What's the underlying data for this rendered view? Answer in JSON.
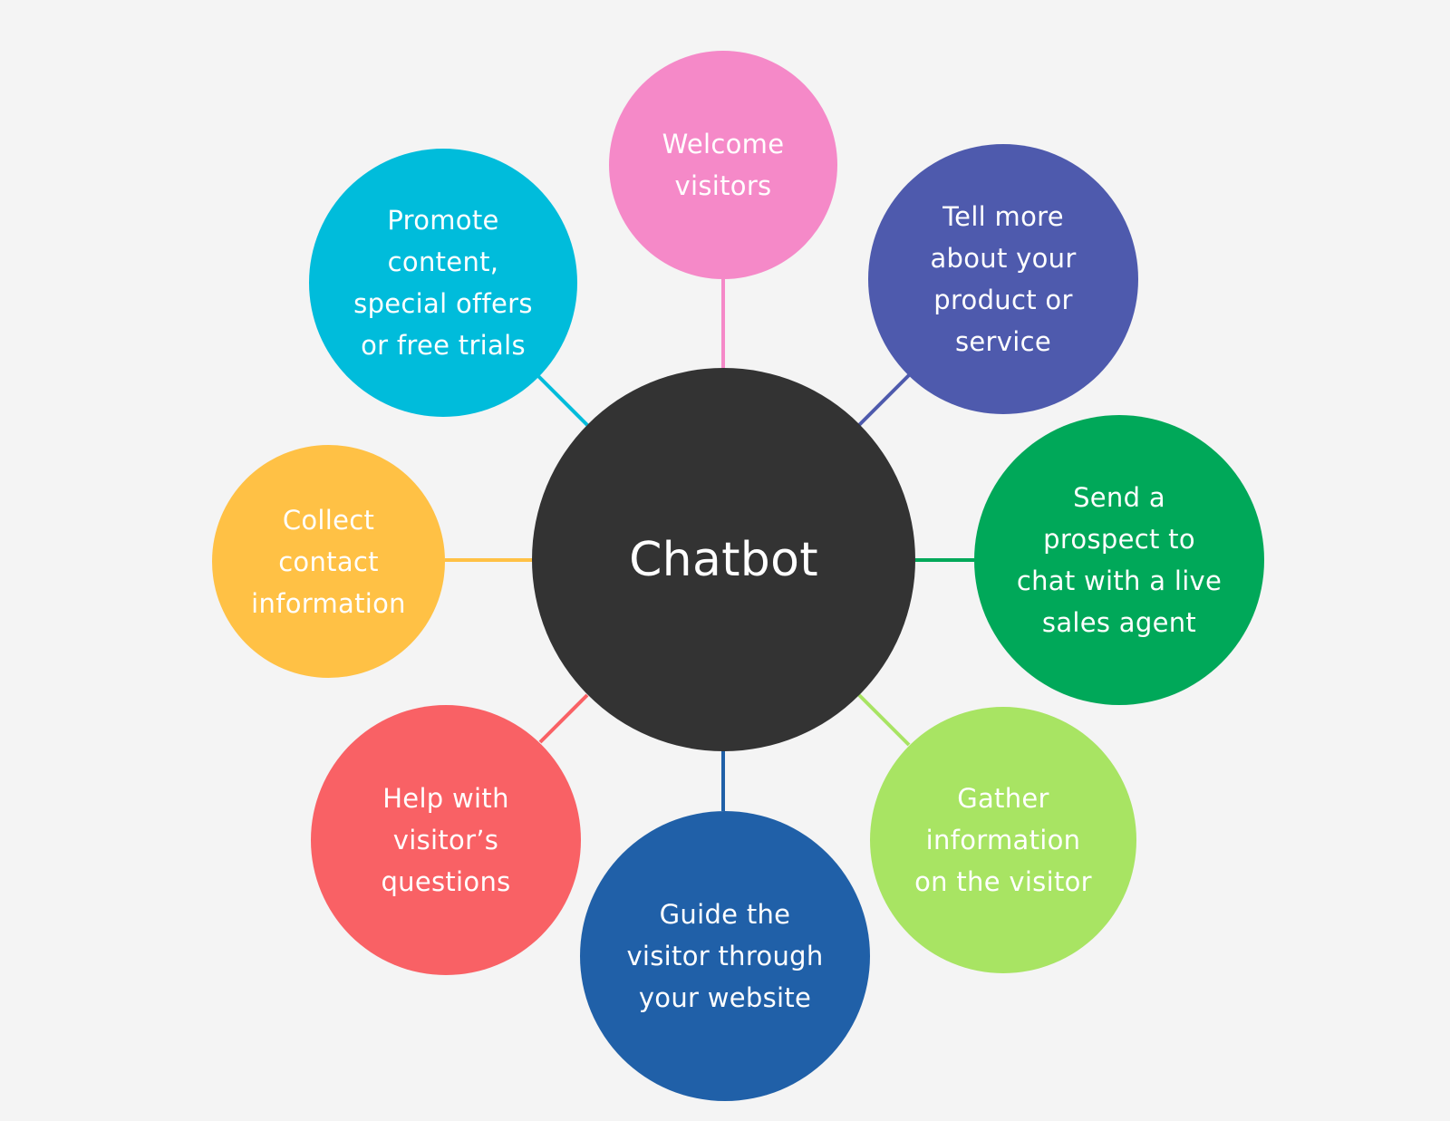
{
  "diagram": {
    "center": {
      "label": "Chatbot",
      "color": "#333333"
    },
    "nodes": [
      {
        "id": "welcome",
        "label": "Welcome\nvisitors",
        "color": "#f589c8"
      },
      {
        "id": "tell",
        "label": "Tell more\nabout your\nproduct or\nservice",
        "color": "#4e5aad"
      },
      {
        "id": "send",
        "label": "Send a\nprospect to\nchat with a live\nsales agent",
        "color": "#00a859"
      },
      {
        "id": "gather",
        "label": "Gather\ninformation\non the visitor",
        "color": "#a8e463"
      },
      {
        "id": "guide",
        "label": "Guide the\nvisitor through\nyour website",
        "color": "#2060a8"
      },
      {
        "id": "help",
        "label": "Help with\nvisitor’s\nquestions",
        "color": "#f96165"
      },
      {
        "id": "collect",
        "label": "Collect\ncontact\ninformation",
        "color": "#ffc145"
      },
      {
        "id": "promote",
        "label": "Promote\ncontent,\nspecial offers\nor free trials",
        "color": "#00bcdb"
      }
    ]
  }
}
